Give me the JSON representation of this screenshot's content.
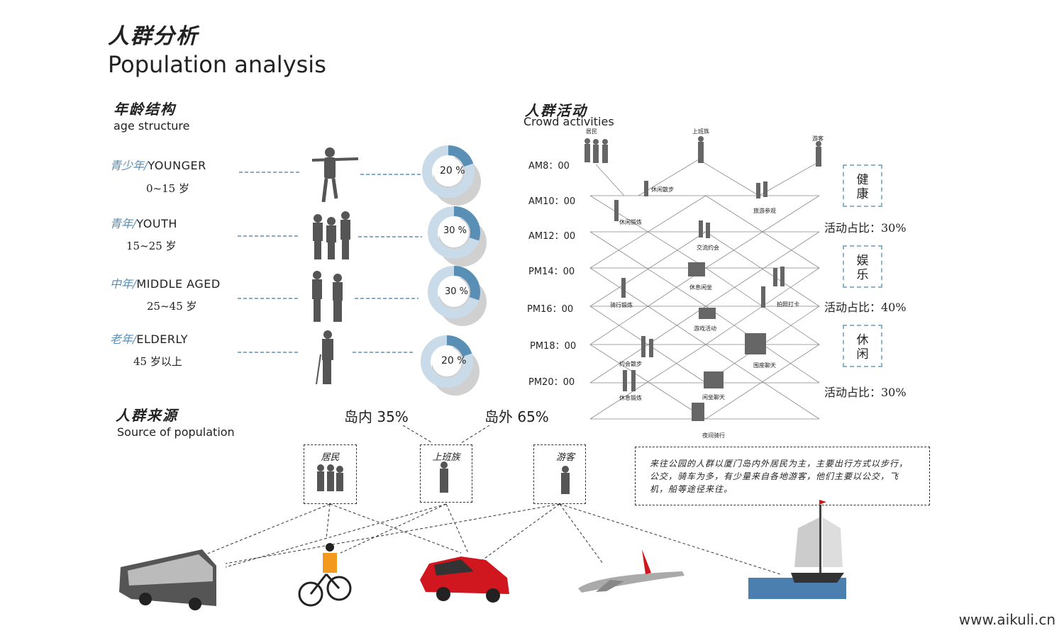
{
  "title": {
    "cn": "人群分析",
    "en": "Population analysis"
  },
  "age_section": {
    "cn": "年龄结构",
    "en": "age structure",
    "groups": [
      {
        "cn": "青少年/",
        "en": "YOUNGER",
        "range": "0~15 岁",
        "percent": "20 %",
        "fraction": 0.2
      },
      {
        "cn": "青年/",
        "en": "YOUTH",
        "range": "15~25 岁",
        "percent": "30 %",
        "fraction": 0.3
      },
      {
        "cn": "中年/",
        "en": "MIDDLE AGED",
        "range": "25~45 岁",
        "percent": "30 %",
        "fraction": 0.3
      },
      {
        "cn": "老年/",
        "en": "ELDERLY",
        "range": "45 岁以上",
        "percent": "20 %",
        "fraction": 0.2
      }
    ]
  },
  "activity_section": {
    "cn": "人群活动",
    "en": "Crowd activities",
    "top_labels": [
      "居民",
      "上班族",
      "游客"
    ],
    "times": [
      "AM8：00",
      "AM10：00",
      "AM12：00",
      "PM14：00",
      "PM16：00",
      "PM18：00",
      "PM20：00"
    ],
    "activities": [
      "休闲散步",
      "旅游参观",
      "休闲锻炼",
      "交流约会",
      "休息闲坐",
      "拍照打卡",
      "骑行锻炼",
      "游戏活动",
      "约会散步",
      "围座聊天",
      "休息锻炼",
      "闲坐聊天",
      "夜间骑行"
    ],
    "categories": [
      {
        "name": "健\n康",
        "ratio": "活动占比：30%"
      },
      {
        "name": "娱\n乐",
        "ratio": "活动占比：40%"
      },
      {
        "name": "休\n闲",
        "ratio": "活动占比：30%"
      }
    ]
  },
  "source_section": {
    "cn": "人群来源",
    "en": "Source of population",
    "inside": "岛内 35%",
    "outside": "岛外 65%",
    "boxes": [
      "居民",
      "上班族",
      "游客"
    ],
    "description": "来往公园的人群以厦门岛内外居民为主，主要出行方式以步行，公交，骑车为多，有少量来自各地游客，他们主要以公交，飞机，船等途径来往。",
    "transport": [
      "bus-icon",
      "bicycle-icon",
      "car-icon",
      "airplane-icon",
      "ship-icon"
    ]
  },
  "watermark": "www.aikuli.cn",
  "colors": {
    "accent": "#5a8fb5",
    "donut_light": "#c9dbe8",
    "donut_grey": "#b0b0b0"
  }
}
